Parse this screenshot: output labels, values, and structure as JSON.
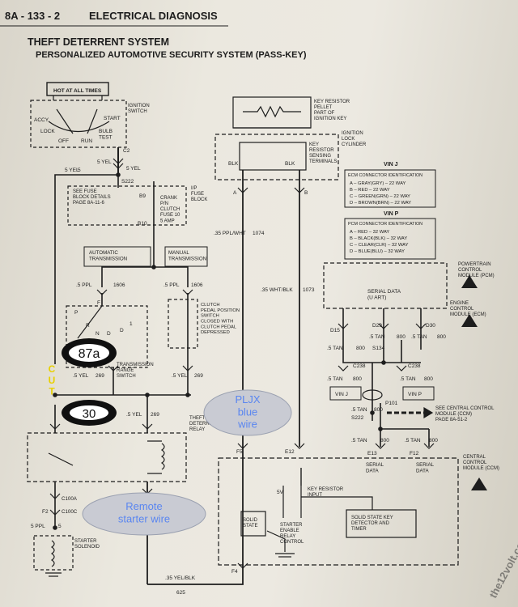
{
  "header": {
    "page_number": "8A - 133 - 2",
    "section": "ELECTRICAL DIAGNOSIS",
    "title": "THEFT DETERRENT SYSTEM",
    "subtitle": "PERSONALIZED AUTOMOTIVE SECURITY SYSTEM (PASS-KEY)"
  },
  "ignition": {
    "hot_label": "HOT AT ALL TIMES",
    "switch_label": "IGNITION\nSWITCH",
    "positions": [
      "ACCY",
      "LOCK",
      "OFF",
      "RUN",
      "BULB\nTEST",
      "START"
    ],
    "connector": "C2",
    "wire_5yel": "5 YEL",
    "circuit_5": "5",
    "splice": "S222"
  },
  "fuse_block": {
    "note": "SEE FUSE\nBLOCK DETAILS\nPAGE 8A-11-6",
    "pins": [
      "B9",
      "B10"
    ],
    "fuse_label": "CRANK\nP/N\nCLUTCH\nFUSE 10\n5 AMP",
    "block_label": "I/P\nFUSE\nBLOCK"
  },
  "transmission": {
    "auto_label": "AUTOMATIC\nTRANSMISSION",
    "manual_label": "MANUAL\nTRANSMISSION",
    "wire_ppl_left": ".5 PPL",
    "wire_ppl_right": ".5 PPL",
    "circuit_1606": "1606",
    "range_switch": "TRANSMISSION\nRANGE\nSWITCH",
    "gears": [
      "F",
      "P",
      "R",
      "N",
      "D",
      "D",
      "1"
    ],
    "clutch_label": "CLUTCH\nPEDAL POSITION\nSWITCH\nCLOSED WITH\nCLUTCH PEDAL\nDEPRESSED",
    "wire_yel_left": ".5 YEL",
    "wire_yel_right": ".5 YEL",
    "circuit_269": "269",
    "circuit_625": "625"
  },
  "relay": {
    "label": "THEFT\nDETERRENT\nRELAY",
    "connectors": [
      "C100A",
      "C100C"
    ],
    "pin_f2": "F2",
    "wire_ppl": "5 PPL",
    "circuit_5": "5",
    "solenoid": "STARTER\nSOLENOID",
    "wire_yel": ".5 YEL",
    "circuit_269": "269"
  },
  "key_resistor": {
    "pellet_label": "KEY RESISTOR\nPELLET\nPART OF\nIGNITION KEY",
    "cylinder_label": "IGNITION\nLOCK\nCYLINDER",
    "terminals_label": "KEY\nRESISTOR\nSENSING\nTERMINALS",
    "wire_left": "BLK",
    "wire_right": "BLK",
    "pins": [
      "A",
      "B"
    ],
    "wire_1074": ".35 PPL/WHT",
    "circuit_1074": "1074",
    "wire_1073": ".35 WHT/BLK",
    "circuit_1073": "1073"
  },
  "ecm_table": {
    "vin_j": "VIN J",
    "j_title": "ECM CONNECTOR IDENTIFICATION",
    "j_rows": [
      "A  –  GRAY(GRY)  –  22 WAY",
      "B  –  RED  –  22 WAY",
      "C  –  GREEN(GRN)  –  22 WAY",
      "D  –  BROWN(BRN)  –  22 WAY"
    ],
    "vin_p": "VIN P",
    "p_title": "PCM CONNECTOR IDENTIFICATION",
    "p_rows": [
      "A  –  RED  –  32 WAY",
      "B  –  BLACK(BLK)  –  32 WAY",
      "C  –  CLEAR(CLR)  –  32 WAY",
      "D  –  BLUE(BLU)  –  32 WAY"
    ]
  },
  "modules": {
    "pcm_label": "POWERTRAIN\nCONTROL\nMODULE (PCM)",
    "serial_data": "SERIAL DATA\n(U ART)",
    "ecm_label": "ENGINE\nCONTROL\nMODULE (ECM)",
    "pins": [
      "D15",
      "D29",
      "D30"
    ],
    "wire_tan": ".5 TAN",
    "circuit_800": "800",
    "splice": "S134",
    "connector": "C238",
    "vin_j": "VIN J",
    "vin_p": "VIN P",
    "connector_p101": "P101",
    "splice_s222": "S222",
    "ccm_ref": "SEE CENTRAL CONTROL\nMODULE (CCM)\nPAGE 8A-51-2",
    "pins_ccm": [
      "E13",
      "F12"
    ],
    "serial_data_label": "SERIAL\nDATA"
  },
  "ccm": {
    "label": "CENTRAL\nCONTROL\nMODULE (CCM)",
    "pins": [
      "F5",
      "E12",
      "F4"
    ],
    "voltage": "5V",
    "key_input": "KEY RESISTOR\nINPUT",
    "solid_state": "SOLID\nSTATE",
    "starter_relay": "STARTER\nENABLE\nRELAY\nCONTROL",
    "detector": "SOLID STATE KEY\nDETECTOR AND\nTIMER",
    "wire_bottom": ".35 YEL/BLK",
    "circuit_625": "625"
  },
  "overlays": {
    "label_87a": "87a",
    "label_cut": "CUT",
    "label_30": "30",
    "plx": "PLJX\nblue\nwire",
    "remote": "Remote\nstarter wire",
    "watermark": "the12volt.com"
  },
  "colors": {
    "ink": "#1d1d1d",
    "overlay_dark": "#101010",
    "overlay_text": "#ffffff",
    "cut_yellow": "#e8d000",
    "bubble_blue_text": "#5a86f0",
    "bubble_fill": "#c9cbd3"
  }
}
